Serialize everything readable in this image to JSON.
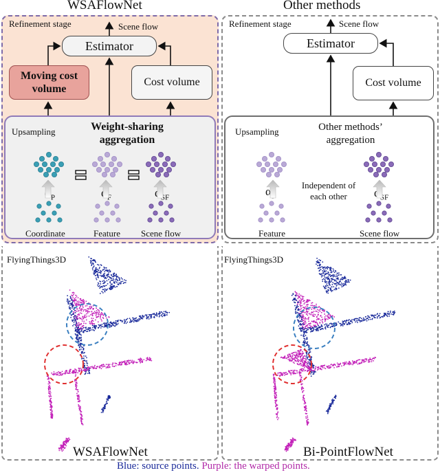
{
  "left": {
    "title": "WSAFlowNet",
    "stage": "Refinement stage",
    "scene_flow": "Scene flow",
    "estimator": "Estimator",
    "moving_cost_volume": "Moving cost volume",
    "cost_volume": "Cost volume",
    "upsampling": "Upsampling",
    "aggregation": "Weight-sharing aggregation",
    "alpha_p": "α",
    "alpha_p_sub": "P",
    "alpha_f": "α",
    "alpha_f_sub": "F",
    "alpha_sf": "α",
    "alpha_sf_sub": "SF",
    "labels": [
      "Coordinate",
      "Feature",
      "Scene flow"
    ],
    "dataset": "FlyingThings3D",
    "method": "WSAFlowNet"
  },
  "right": {
    "title": "Other methods",
    "stage": "Refinement stage",
    "scene_flow": "Scene flow",
    "estimator": "Estimator",
    "cost_volume": "Cost volume",
    "upsampling": "Upsampling",
    "aggregation": "Other methods’ aggregation",
    "independent": "Independent of each other",
    "alpha_f": "α",
    "alpha_f_sub": "F",
    "alpha_sf": "α",
    "alpha_sf_sub": "SF",
    "labels": [
      "Feature",
      "Scene flow"
    ],
    "dataset": "FlyingThings3D",
    "method": "Bi-PointFlowNet"
  },
  "caption": {
    "blue": "Blue: source points.",
    "purple": "Purple: the warped points."
  },
  "colors": {
    "teal": "#3a9fb5",
    "lavender": "#b9a9d6",
    "purple": "#8a6bb8",
    "blue_points": "#1a2a9a",
    "magenta_points": "#c21fb8",
    "panel_border": "#7d6aa8",
    "left_fill": "#fbe3d3",
    "moving_cost_fill": "#e8a39c"
  }
}
